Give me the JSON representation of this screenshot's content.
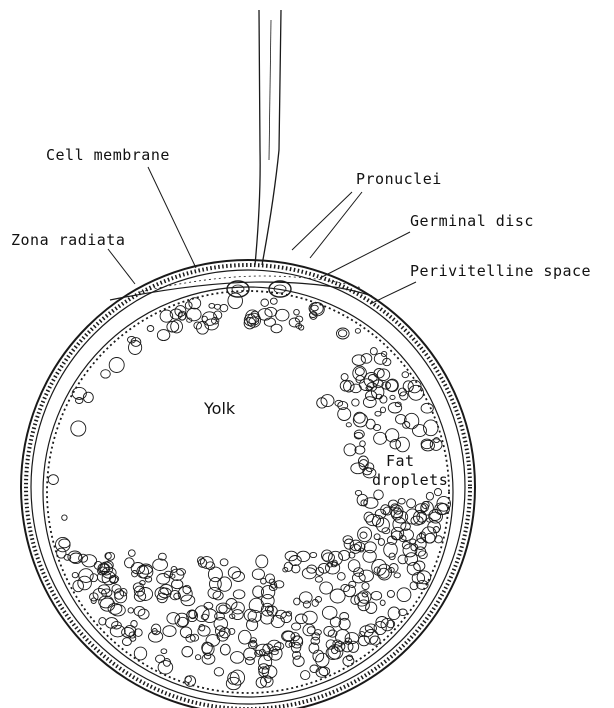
{
  "labels": {
    "cell_membrane": "Cell membrane",
    "pronuclei": "Pronuclei",
    "germinal_disc": "Germinal disc",
    "zona_radiata": "Zona radiata",
    "perivitelline_space": "Perivitelline space",
    "yolk": "Yolk",
    "fat_line1": "Fat",
    "fat_line2": "droplets"
  },
  "colors": {
    "ink": "#1a1a1a",
    "background": "#ffffff"
  }
}
